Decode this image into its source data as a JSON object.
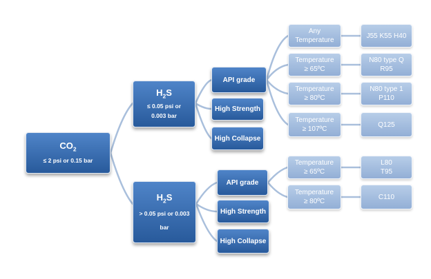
{
  "nodes": {
    "co2": {
      "title_main": "CO",
      "title_sub": "2",
      "detail": "≤ 2 psi or 0.15 bar"
    },
    "h2s_low": {
      "title_main": "H",
      "title_sub": "2",
      "title_tail": "S",
      "detail_1": "≤ 0.05 psi or",
      "detail_2": "0.003 bar"
    },
    "h2s_high": {
      "title_main": "H",
      "title_sub": "2",
      "title_tail": "S",
      "detail_1": "> 0.05 psi or 0.003",
      "detail_2": "bar"
    },
    "low_api": "API grade",
    "low_strength": "High Strength",
    "low_collapse": "High Collapse",
    "high_api": "API grade",
    "high_strength": "High Strength",
    "high_collapse": "High Collapse",
    "temp_any": [
      "Any",
      "Temperature"
    ],
    "temp_low_65": [
      "Temperature",
      "≥ 65ºC"
    ],
    "temp_low_80": [
      "Temperature",
      "≥ 80ºC"
    ],
    "temp_low_107": [
      "Temperature",
      "≥ 107ºC"
    ],
    "temp_high_65": [
      "Temperature",
      "≥ 65ºC"
    ],
    "temp_high_80": [
      "Temperature",
      "≥ 80ºC"
    ],
    "grade_any": [
      "J55 K55 H40"
    ],
    "grade_low_65": [
      "N80 type Q",
      "R95"
    ],
    "grade_low_80": [
      "N80 type 1",
      "P110"
    ],
    "grade_low_107": [
      "Q125"
    ],
    "grade_high_65": [
      "L80",
      "T95"
    ],
    "grade_high_80": [
      "C110"
    ]
  },
  "colors": {
    "dark_box": "#2f63a6",
    "light_box": "#a8c2e3",
    "connector": "#a9bfdc"
  }
}
